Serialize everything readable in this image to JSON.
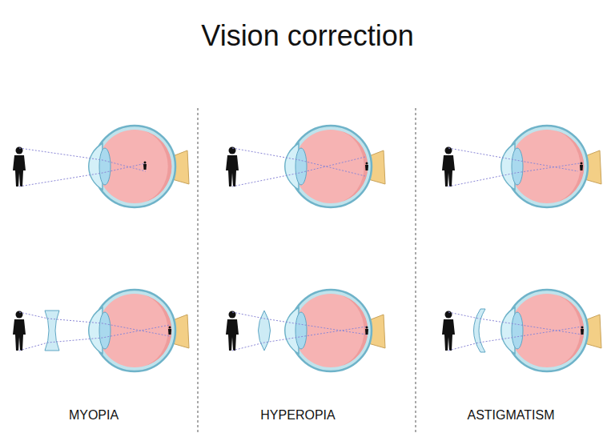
{
  "diagram": {
    "title": "Vision correction",
    "labels": [
      "MYOPIA",
      "HYPEROPIA",
      "ASTIGMATISM"
    ]
  }
}
